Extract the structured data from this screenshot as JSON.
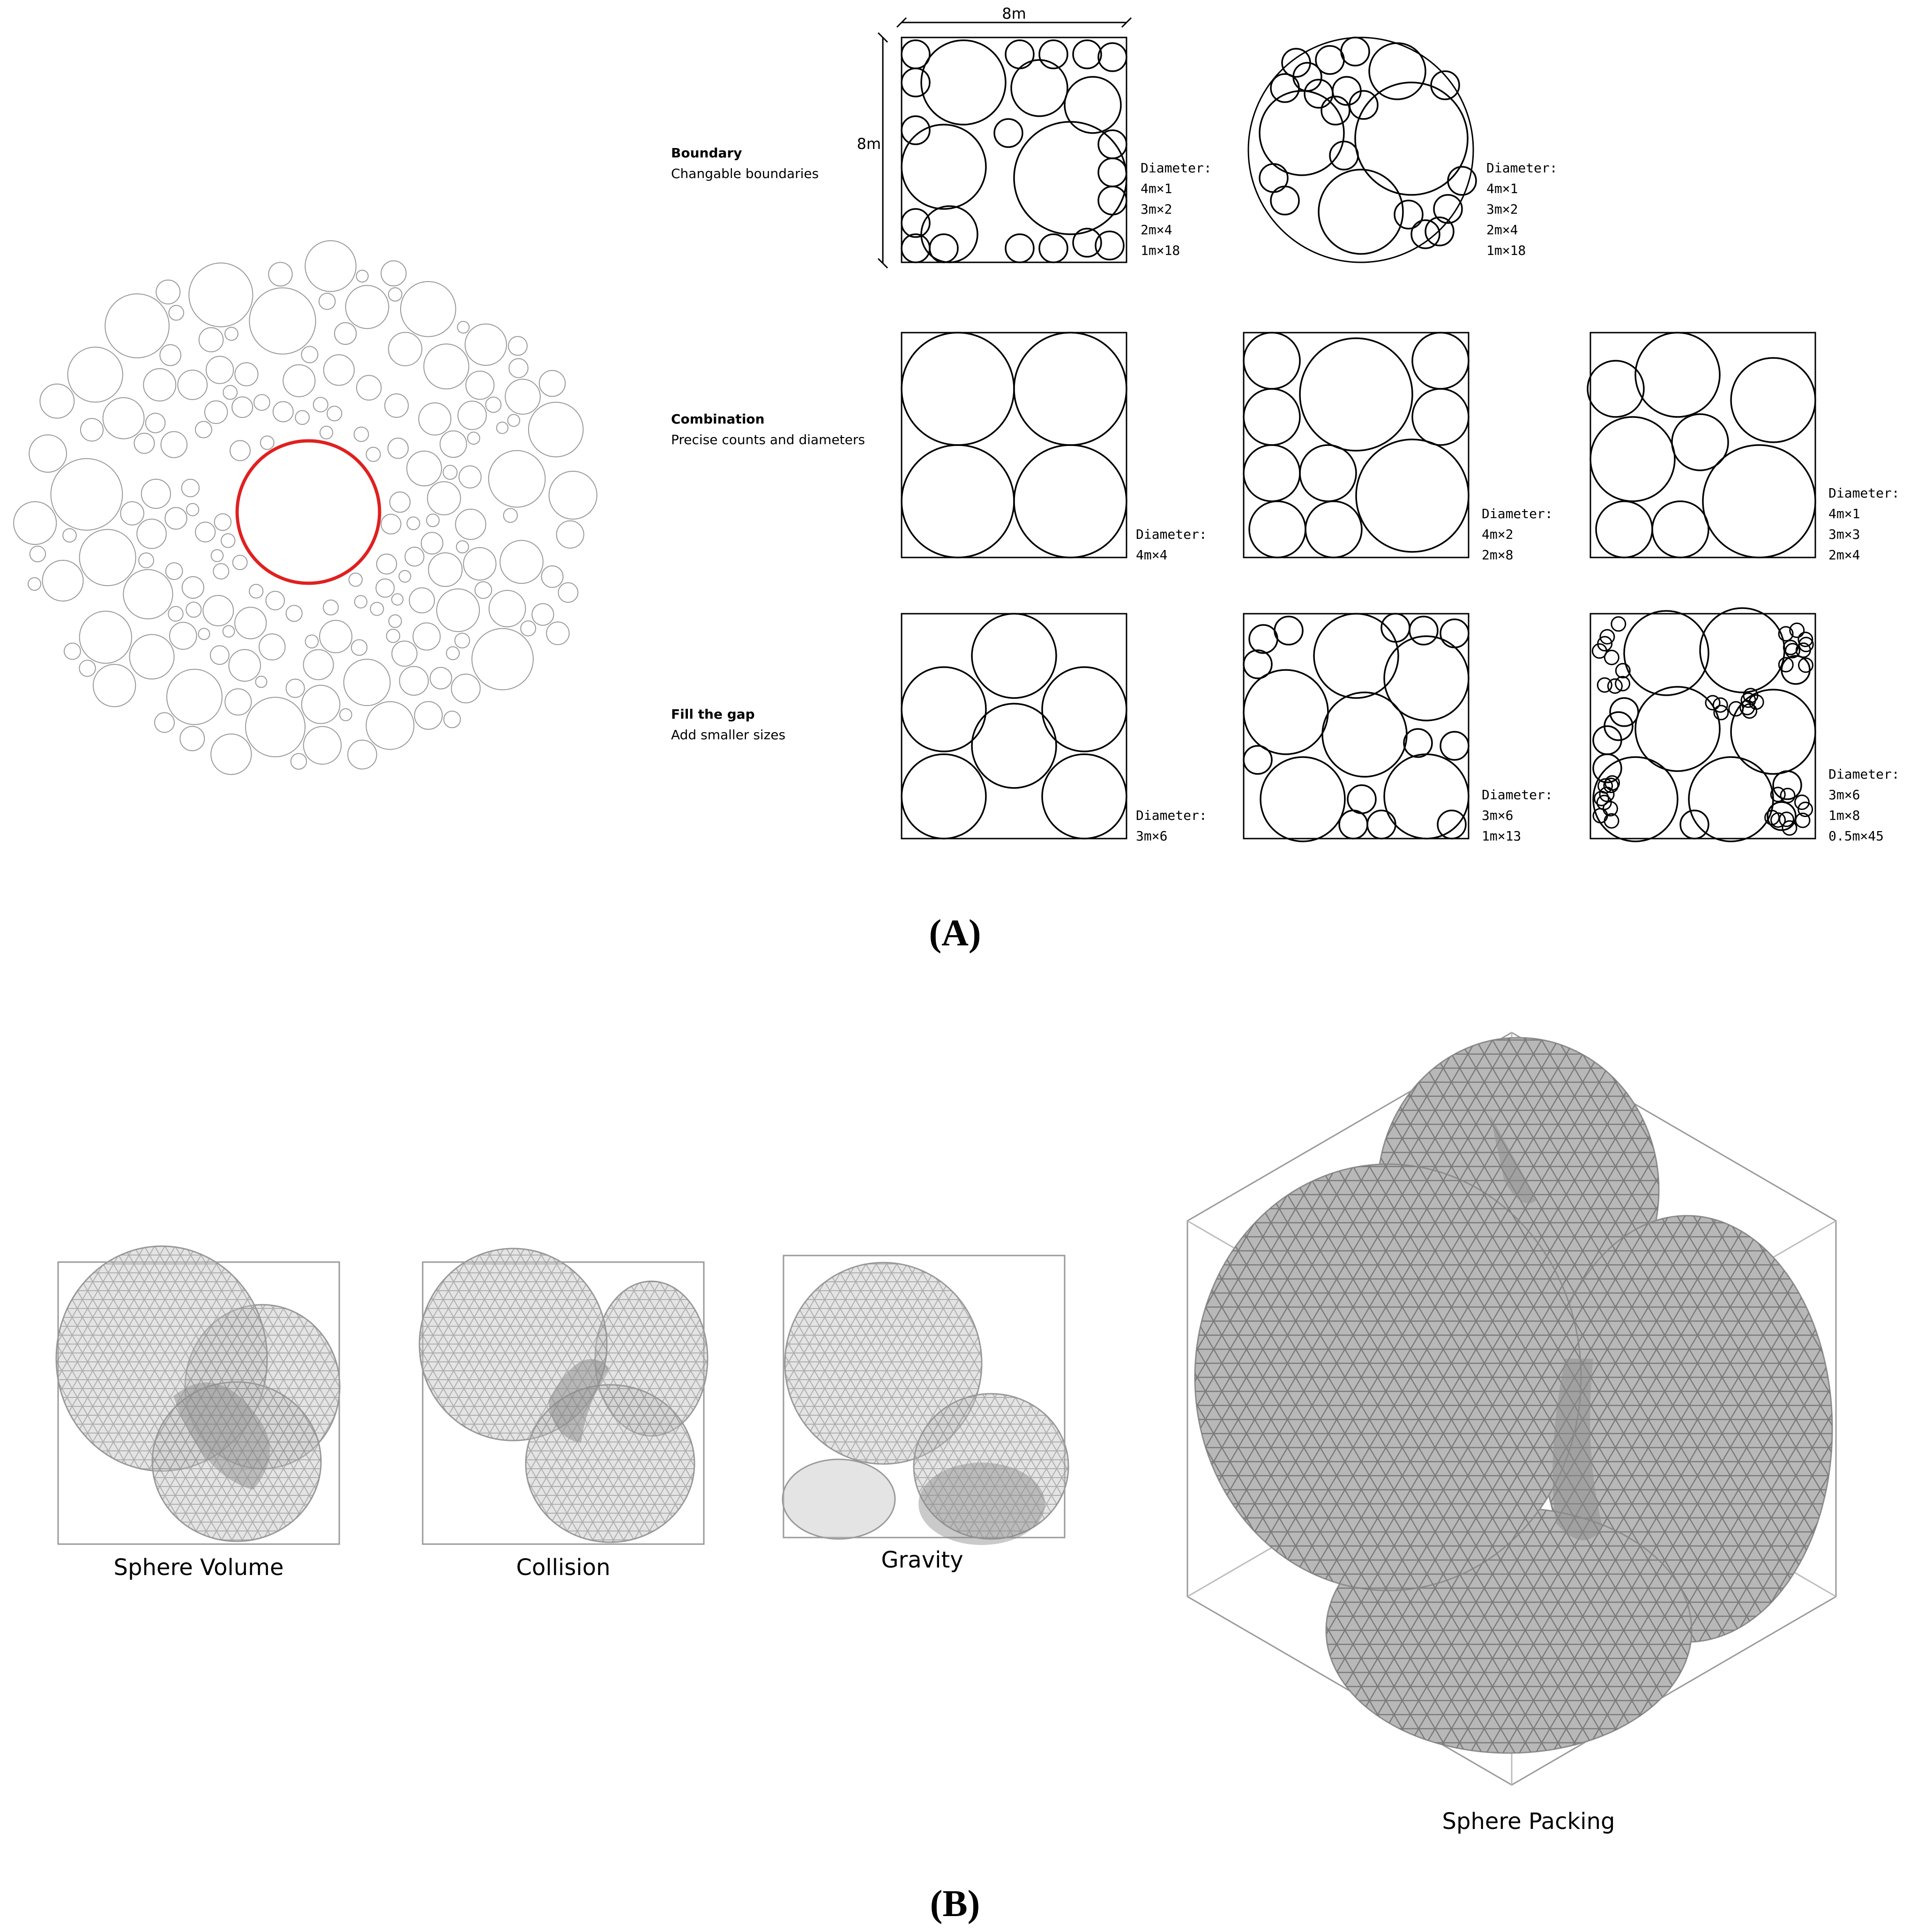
{
  "panel_a": {
    "label": "(A)",
    "rows": [
      {
        "title": "Boundary",
        "subtitle": "Changable boundaries"
      },
      {
        "title": "Combination",
        "subtitle": "Precise counts and diameters"
      },
      {
        "title": "Fill the gap",
        "subtitle": "Add smaller sizes"
      }
    ],
    "dimension_width": "8m",
    "dimension_height": "8m",
    "diameter_heading": "Diameter:",
    "legends": {
      "boundary_square": [
        "4m×1",
        "3m×2",
        "2m×4",
        "1m×18"
      ],
      "boundary_circle": [
        "4m×1",
        "3m×2",
        "2m×4",
        "1m×18"
      ],
      "combination_1": [
        "4m×4"
      ],
      "combination_2": [
        "4m×2",
        "2m×8"
      ],
      "combination_3": [
        "4m×1",
        "3m×3",
        "2m×4"
      ],
      "fill_1": [
        "3m×6"
      ],
      "fill_2": [
        "3m×6",
        "1m×13"
      ],
      "fill_3": [
        "3m×6",
        "1m×8",
        "0.5m×45"
      ]
    },
    "highlight_color": "#e02020"
  },
  "panel_b": {
    "label": "(B)",
    "steps": [
      "Sphere Volume",
      "Collision",
      "Gravity"
    ],
    "final": "Sphere Packing",
    "sphere_fill": "#b8b8b8"
  }
}
